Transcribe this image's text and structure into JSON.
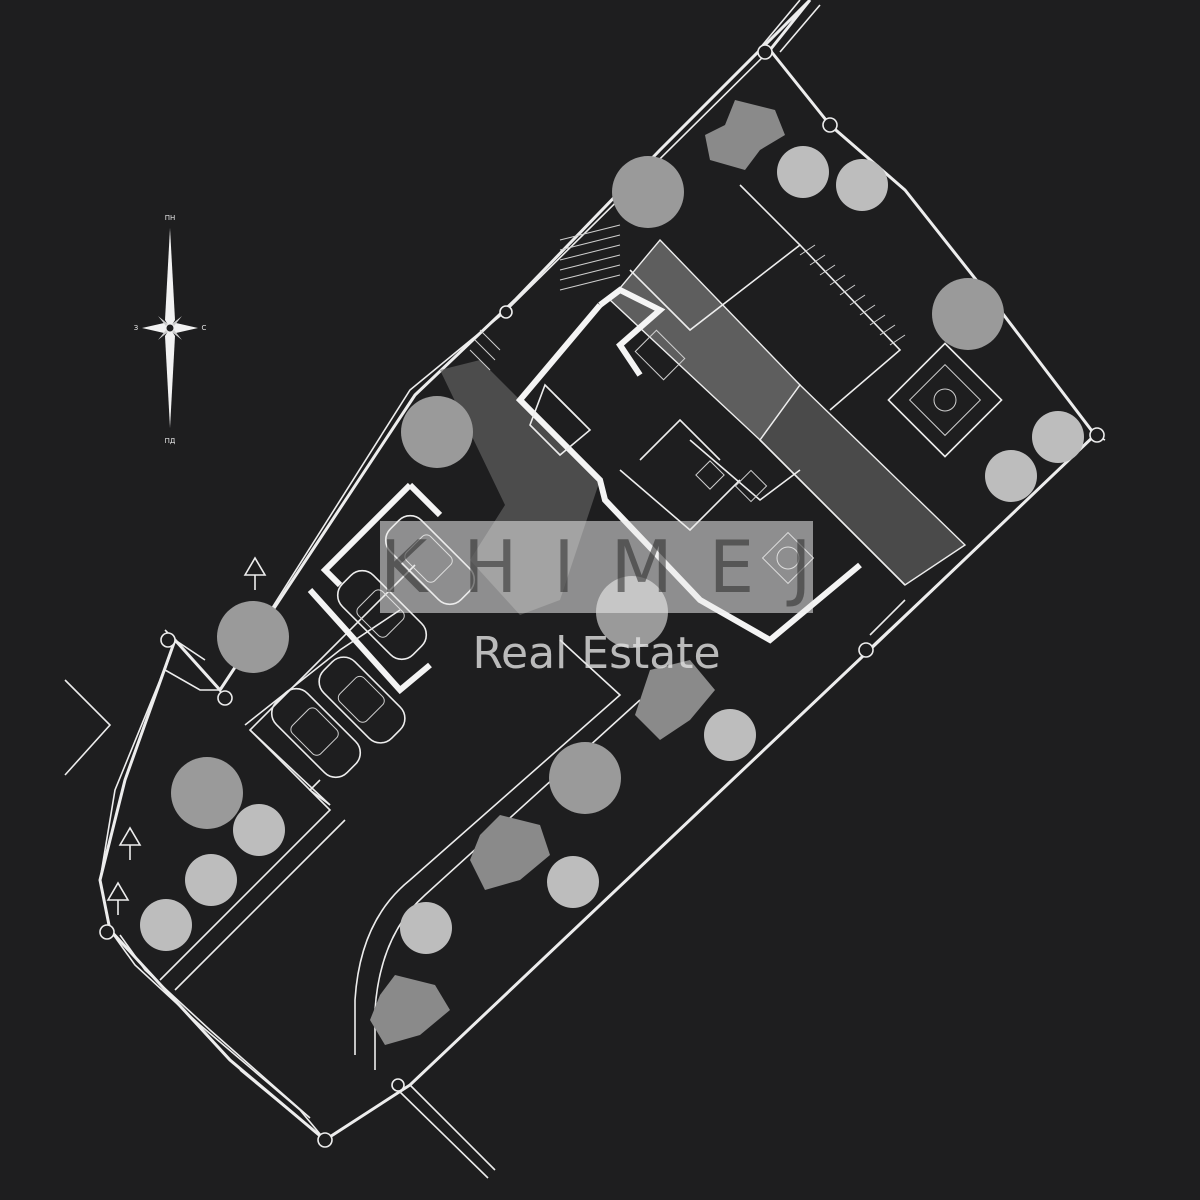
{
  "compass": {
    "north": "ПН",
    "south": "ПД",
    "west": "З",
    "east": "С"
  },
  "watermark": {
    "mark": "KHIMEJ",
    "subtitle": "Real Estate"
  },
  "colors": {
    "background": "#1e1e1f",
    "lines": "#ededed",
    "trees": "#9a9a9a"
  }
}
